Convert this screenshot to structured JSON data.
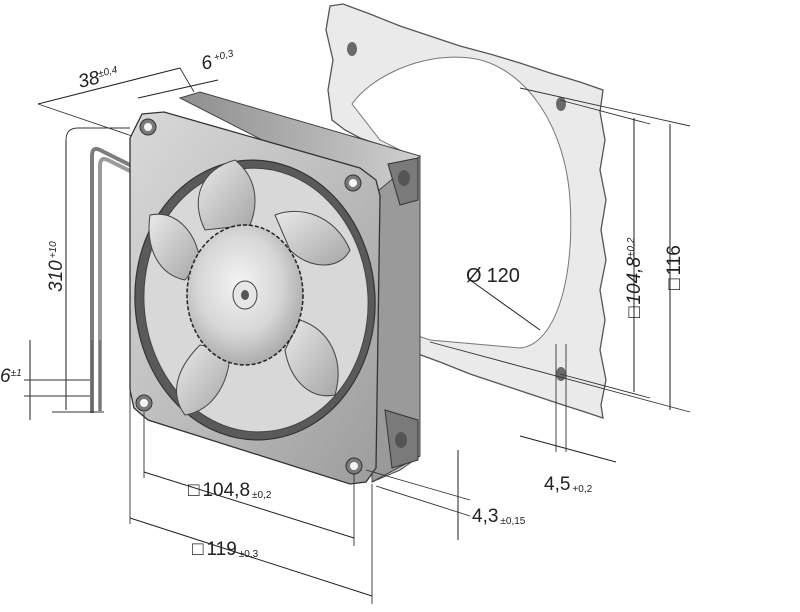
{
  "dimensions": {
    "depth": {
      "value": "38",
      "tol": "±0,4"
    },
    "guard_offset": {
      "value": "6",
      "tol": "+0,3"
    },
    "lead_length": {
      "value": "310",
      "tol": "+10"
    },
    "lead_strip": {
      "value": "6",
      "tol": "±1"
    },
    "cutout_diameter": {
      "symbol": "Ø",
      "value": "120"
    },
    "panel_hole_spacing": {
      "symbol": "□",
      "value": "104,8",
      "tol": "±0,2"
    },
    "panel_size": {
      "symbol": "□",
      "value": "116"
    },
    "mount_hole": {
      "value": "4,5",
      "tol": "+0,2"
    },
    "flange_thickness": {
      "value": "4,3",
      "tol": "±0,15"
    },
    "fan_hole_spacing": {
      "symbol": "□",
      "value": "104,8",
      "tol": "±0,2"
    },
    "fan_size": {
      "symbol": "□",
      "value": "119",
      "tol": "±0,3"
    }
  }
}
